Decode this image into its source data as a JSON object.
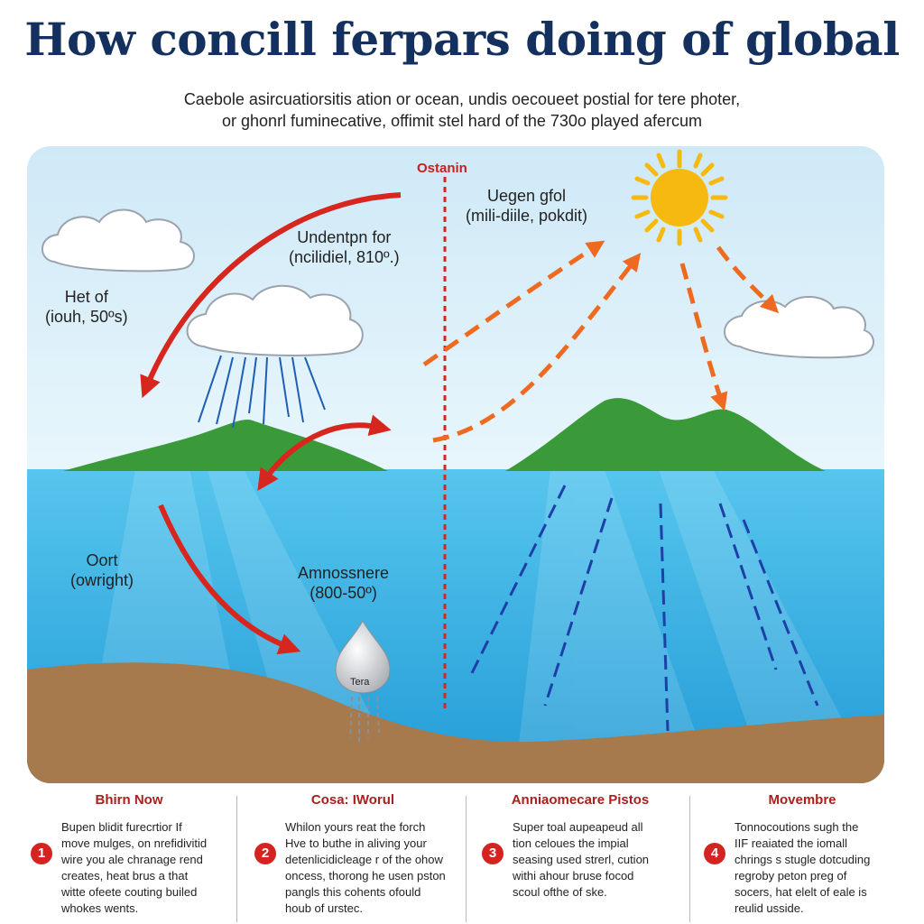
{
  "title": "How concill ferpars doing of global",
  "subtitle": {
    "line1": "Caebole asircuatiorsitis ation or ocean, undis oecoueet postial for tere photer,",
    "line2": "or ghonrl fuminecative, offimit stel hard of the 730o played afercum"
  },
  "labels": {
    "divider": "Ostanin",
    "heat_of": [
      "Het of",
      "(iouh, 50ºs)"
    ],
    "undentpn": [
      "Undentpn for",
      "(ncilidiel, 810º.)"
    ],
    "uegen": [
      "Uegen gfol",
      "(mili-diile, pokdit)"
    ],
    "oort": [
      "Oort",
      "(owright)"
    ],
    "atmosphere": [
      "Amnossnere",
      "(800-50º)"
    ],
    "droplet": "Tera"
  },
  "colors": {
    "sky": "#dff1fb",
    "ocean": "#3fb8e6",
    "land": "#3a9a3a",
    "seabed": "#a67a4d",
    "red_arrow": "#d7261e",
    "orange_arrow": "#ee6a21",
    "blue_dash": "#1e3fa8",
    "sun": "#f6b90f"
  },
  "icons": [
    "cloud-icon",
    "sun-icon",
    "water-drop-icon"
  ],
  "steps": [
    {
      "number": "1",
      "title": "Bhirn Now",
      "text": [
        "Bupen blidit furecrtior If",
        "move mulges, on nrefidivitid",
        "wire you ale chranage rend",
        "creates, heat brus a that",
        "witte ofeete couting builed",
        "whokes wents."
      ]
    },
    {
      "number": "2",
      "title": "Cosa: IWorul",
      "text": [
        "Whilon yours reat the forch",
        "Hve to buthe in aliving your",
        "detenlicidicleage r of the ohow",
        "oncess, thorong he usen pston",
        "pangls this cohents ofould",
        "houb of urstec."
      ]
    },
    {
      "number": "3",
      "title": "Anniaomecare Pistos",
      "text": [
        "Super toal aupeapeud all",
        "tion celoues the impial",
        "seasing used strerl, cution",
        "withi ahour bruse focod",
        "scoul ofthe of ske."
      ]
    },
    {
      "number": "4",
      "title": "Movembre",
      "text": [
        "Tonnocoutions sugh the",
        "IIF reaiated the iomall",
        "chrings s stugle dotcuding",
        "regroby peton preg of",
        "socers, hat elelt of eale is",
        "reulid usside."
      ]
    }
  ]
}
